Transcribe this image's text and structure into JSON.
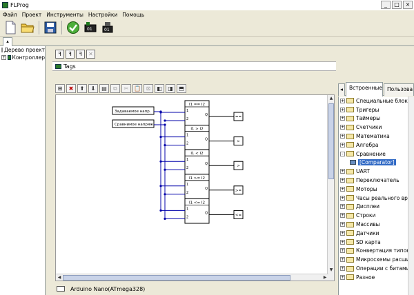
{
  "window": {
    "title": "FLProg"
  },
  "menu": [
    "Файл",
    "Проект",
    "Инструменты",
    "Настройки",
    "Помощь"
  ],
  "toolbar_icons": [
    "new-file-icon",
    "open-folder-icon",
    "save-icon",
    "check-icon",
    "compile-icon",
    "upload-icon"
  ],
  "tabs": {
    "main_tab": "▴"
  },
  "left_tree": {
    "items": [
      {
        "label": "Дерево проекта",
        "pm": ""
      },
      {
        "label": "Контроллер",
        "pm": "+"
      }
    ]
  },
  "tags": {
    "label": "Tags"
  },
  "diagram": {
    "inputs": [
      "Задаваемое напр.",
      "Сравнимое напряж."
    ],
    "blocks": [
      {
        "title": "I1 == I2",
        "in1": "1",
        "in2": "2",
        "out": "Q",
        "result": "=="
      },
      {
        "title": "I1 > I2",
        "in1": "1",
        "in2": "2",
        "out": "Q",
        "result": ">"
      },
      {
        "title": "I1 < I2",
        "in1": "1",
        "in2": "2",
        "out": "Q",
        "result": ">"
      },
      {
        "title": "I1 >= I2",
        "in1": "1",
        "in2": "2",
        "out": "Q",
        "result": ">="
      },
      {
        "title": "I1 <= I2",
        "in1": "1",
        "in2": "2",
        "out": "Q",
        "result": "<="
      }
    ]
  },
  "status": {
    "controller": "Arduino Nano(ATmega328)"
  },
  "right_panel": {
    "tabs": [
      "Встроенные",
      "Пользова"
    ],
    "items": [
      {
        "label": "Специальные блоки",
        "pm": "+"
      },
      {
        "label": "Тригеры",
        "pm": "+"
      },
      {
        "label": "Таймеры",
        "pm": "+"
      },
      {
        "label": "Счетчики",
        "pm": "+"
      },
      {
        "label": "Математика",
        "pm": "+"
      },
      {
        "label": "Алгебра",
        "pm": "+"
      },
      {
        "label": "Сравнение",
        "pm": "-"
      },
      {
        "label": "[Comparator]",
        "child": true,
        "selected": true
      },
      {
        "label": "UART",
        "pm": "+"
      },
      {
        "label": "Переключатель",
        "pm": "+"
      },
      {
        "label": "Моторы",
        "pm": "+"
      },
      {
        "label": "Часы реального времени",
        "pm": "+"
      },
      {
        "label": "Дисплеи",
        "pm": "+"
      },
      {
        "label": "Строки",
        "pm": "+"
      },
      {
        "label": "Массивы",
        "pm": "+"
      },
      {
        "label": "Датчики",
        "pm": "+"
      },
      {
        "label": "SD карта",
        "pm": "+"
      },
      {
        "label": "Конвертация типов",
        "pm": "+"
      },
      {
        "label": "Микросхемы расширения",
        "pm": "+"
      },
      {
        "label": "Операции с битами",
        "pm": "+"
      },
      {
        "label": "Разное",
        "pm": "+"
      }
    ]
  },
  "colors": {
    "wire": "#0000aa",
    "selection": "#316ac5"
  }
}
